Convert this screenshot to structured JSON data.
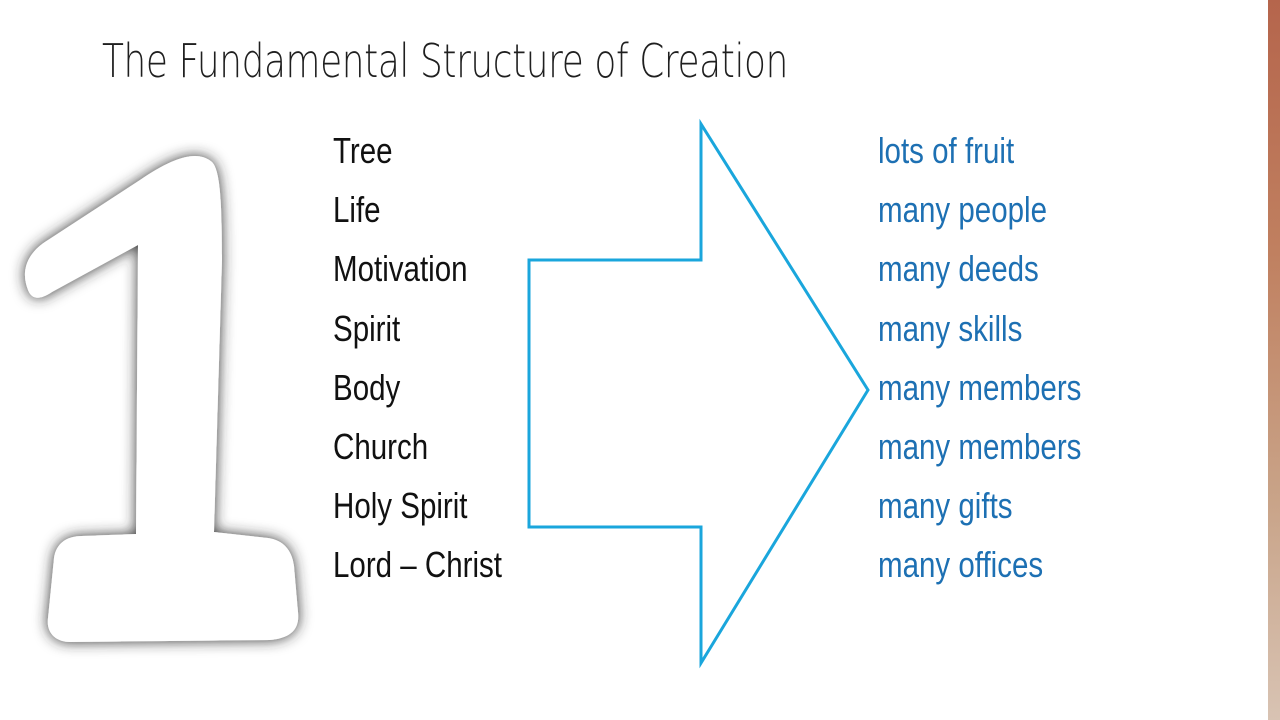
{
  "title": "The Fundamental Structure of Creation",
  "numeral": "1",
  "left_items": [
    "Tree",
    "Life",
    "Motivation",
    "Spirit",
    "Body",
    "Church",
    "Holy Spirit",
    "Lord – Christ"
  ],
  "right_items": [
    "lots of fruit",
    "many people",
    "many deeds",
    "many skills",
    "many members",
    "many members",
    "many gifts",
    "many offices"
  ],
  "colors": {
    "arrow": "#1aa6dc",
    "right_text": "#1d70b3",
    "left_text": "#111111",
    "accent_strip": "#b5654c"
  }
}
